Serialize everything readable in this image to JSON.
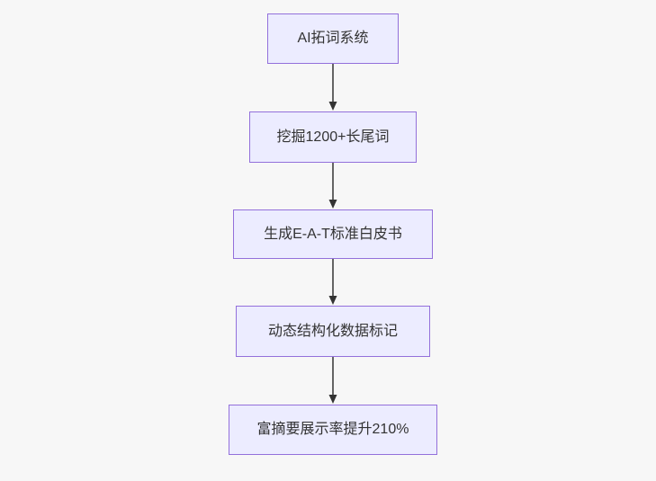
{
  "diagram": {
    "kind": "flowchart",
    "direction": "top-down",
    "colors": {
      "node_fill": "#ECECFF",
      "node_border": "#9370DB",
      "node_text": "#333333",
      "edge": "#333333",
      "background": "#F7F7F7"
    },
    "nodes": [
      {
        "id": "n1",
        "label": "AI拓词系统"
      },
      {
        "id": "n2",
        "label": "挖掘1200+长尾词"
      },
      {
        "id": "n3",
        "label": "生成E-A-T标准白皮书"
      },
      {
        "id": "n4",
        "label": "动态结构化数据标记"
      },
      {
        "id": "n5",
        "label": "富摘要展示率提升210%"
      }
    ],
    "edges": [
      {
        "from": "n1",
        "to": "n2"
      },
      {
        "from": "n2",
        "to": "n3"
      },
      {
        "from": "n3",
        "to": "n4"
      },
      {
        "from": "n4",
        "to": "n5"
      }
    ]
  }
}
